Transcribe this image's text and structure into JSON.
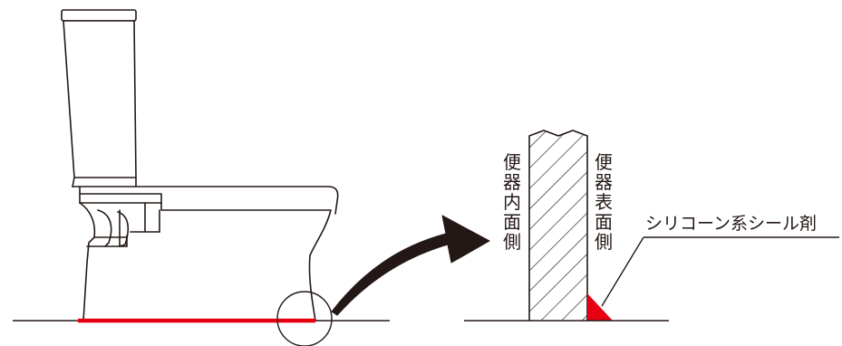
{
  "labels": {
    "inner_side": "便器内面側",
    "outer_side": "便器表面側",
    "sealant": "シリコーン系シール剤"
  },
  "colors": {
    "line": "#231815",
    "seal_red": "#e60012",
    "background": "#ffffff"
  }
}
